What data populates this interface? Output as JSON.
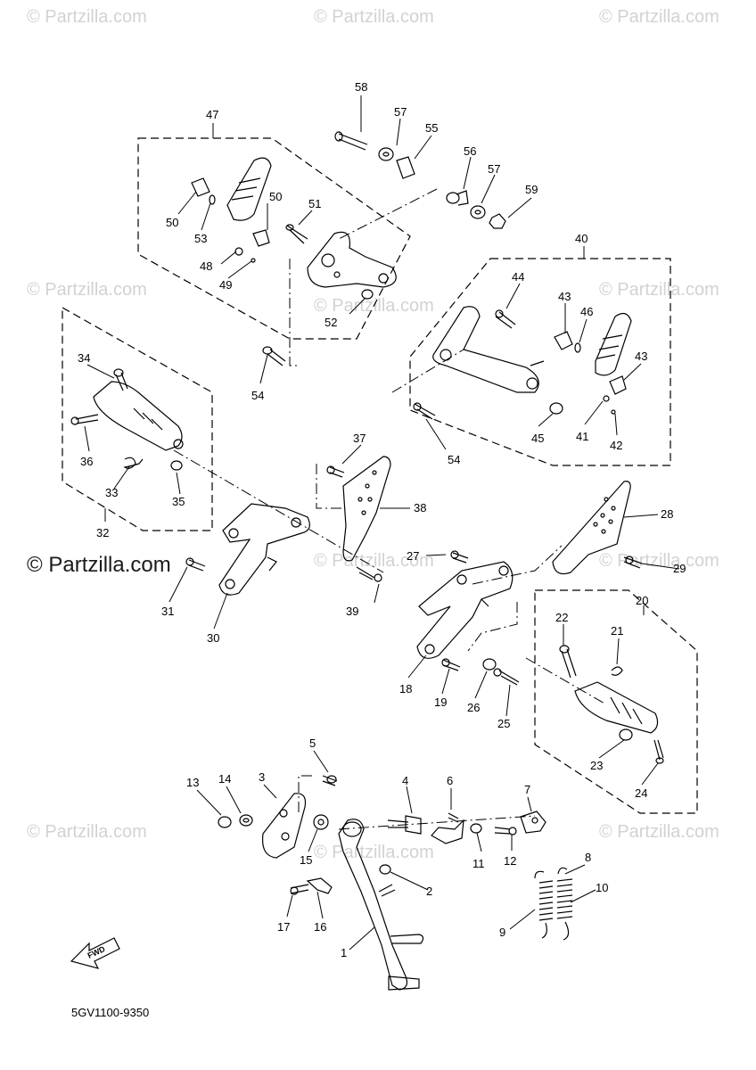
{
  "watermark": "© Partzilla.com",
  "diagram_code": "5GV1100-9350",
  "fwd_label": "FWD",
  "callouts": [
    {
      "id": "58"
    },
    {
      "id": "57a",
      "text": "57"
    },
    {
      "id": "55"
    },
    {
      "id": "56"
    },
    {
      "id": "57b",
      "text": "57"
    },
    {
      "id": "59"
    },
    {
      "id": "47"
    },
    {
      "id": "50a",
      "text": "50"
    },
    {
      "id": "50b",
      "text": "50"
    },
    {
      "id": "53"
    },
    {
      "id": "51"
    },
    {
      "id": "48"
    },
    {
      "id": "49"
    },
    {
      "id": "52"
    },
    {
      "id": "54a",
      "text": "54"
    },
    {
      "id": "40"
    },
    {
      "id": "44"
    },
    {
      "id": "43a",
      "text": "43"
    },
    {
      "id": "46"
    },
    {
      "id": "43b",
      "text": "43"
    },
    {
      "id": "41"
    },
    {
      "id": "42"
    },
    {
      "id": "45"
    },
    {
      "id": "54b",
      "text": "54"
    },
    {
      "id": "34"
    },
    {
      "id": "36"
    },
    {
      "id": "33"
    },
    {
      "id": "35"
    },
    {
      "id": "32"
    },
    {
      "id": "37"
    },
    {
      "id": "38"
    },
    {
      "id": "39"
    },
    {
      "id": "31"
    },
    {
      "id": "30"
    },
    {
      "id": "28"
    },
    {
      "id": "27"
    },
    {
      "id": "29"
    },
    {
      "id": "20"
    },
    {
      "id": "22"
    },
    {
      "id": "21"
    },
    {
      "id": "18"
    },
    {
      "id": "19"
    },
    {
      "id": "26"
    },
    {
      "id": "25"
    },
    {
      "id": "23"
    },
    {
      "id": "24"
    },
    {
      "id": "5"
    },
    {
      "id": "13"
    },
    {
      "id": "14"
    },
    {
      "id": "3"
    },
    {
      "id": "4"
    },
    {
      "id": "6"
    },
    {
      "id": "7"
    },
    {
      "id": "15"
    },
    {
      "id": "11"
    },
    {
      "id": "12"
    },
    {
      "id": "2"
    },
    {
      "id": "17"
    },
    {
      "id": "16"
    },
    {
      "id": "1"
    },
    {
      "id": "8"
    },
    {
      "id": "10"
    },
    {
      "id": "9"
    }
  ]
}
